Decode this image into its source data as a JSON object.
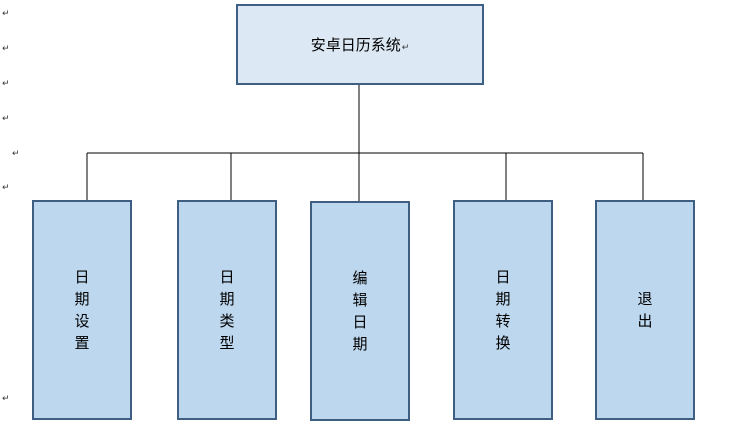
{
  "root": {
    "label": "安卓日历系统"
  },
  "children": [
    {
      "label": "日期设置"
    },
    {
      "label": "日期类型"
    },
    {
      "label": "编辑日期"
    },
    {
      "label": "日期转换"
    },
    {
      "label": "退出"
    }
  ],
  "paragraph_mark": "↵"
}
